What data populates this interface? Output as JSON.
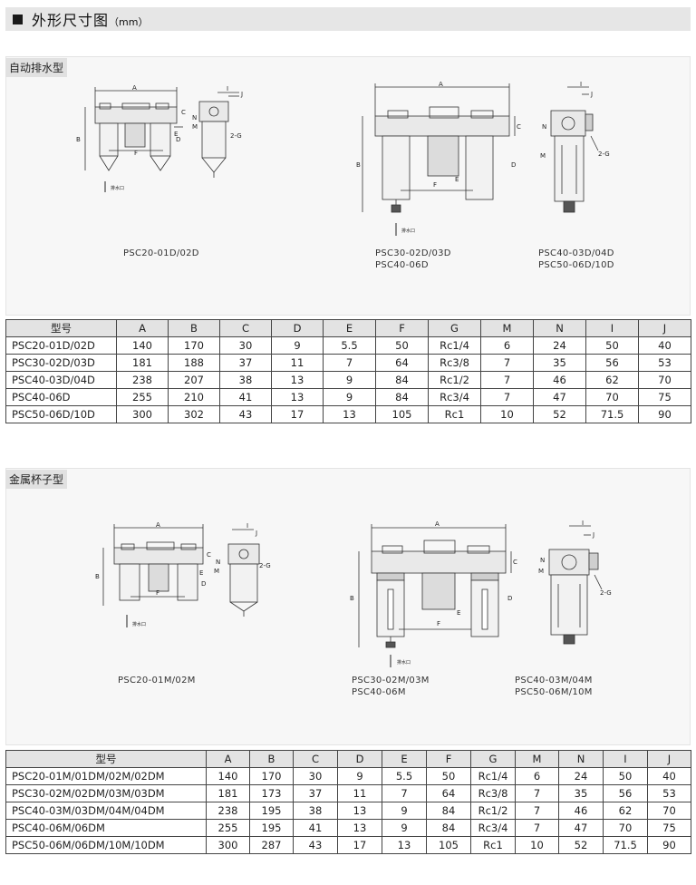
{
  "header": {
    "title": "外形尺寸图",
    "unit": "（mm）"
  },
  "sections": [
    {
      "label": "自动排水型",
      "drain_label": "排水口",
      "captions": [
        {
          "lines": [
            "PSC20-01D/02D"
          ]
        },
        {
          "lines": [
            "PSC30-02D/03D",
            "PSC40-06D"
          ]
        },
        {
          "lines": [
            "PSC40-03D/04D",
            "PSC50-06D/10D"
          ]
        }
      ],
      "table": {
        "columns": [
          "型号",
          "A",
          "B",
          "C",
          "D",
          "E",
          "F",
          "G",
          "M",
          "N",
          "I",
          "J"
        ],
        "rows": [
          [
            "PSC20-01D/02D",
            "140",
            "170",
            "30",
            "9",
            "5.5",
            "50",
            "Rc1/4",
            "6",
            "24",
            "50",
            "40"
          ],
          [
            "PSC30-02D/03D",
            "181",
            "188",
            "37",
            "11",
            "7",
            "64",
            "Rc3/8",
            "7",
            "35",
            "56",
            "53"
          ],
          [
            "PSC40-03D/04D",
            "238",
            "207",
            "38",
            "13",
            "9",
            "84",
            "Rc1/2",
            "7",
            "46",
            "62",
            "70"
          ],
          [
            "PSC40-06D",
            "255",
            "210",
            "41",
            "13",
            "9",
            "84",
            "Rc3/4",
            "7",
            "47",
            "70",
            "75"
          ],
          [
            "PSC50-06D/10D",
            "300",
            "302",
            "43",
            "17",
            "13",
            "105",
            "Rc1",
            "10",
            "52",
            "71.5",
            "90"
          ]
        ]
      }
    },
    {
      "label": "金属杯子型",
      "drain_label": "排水口",
      "captions": [
        {
          "lines": [
            "PSC20-01M/02M"
          ]
        },
        {
          "lines": [
            "PSC30-02M/03M",
            "PSC40-06M"
          ]
        },
        {
          "lines": [
            "PSC40-03M/04M",
            "PSC50-06M/10M"
          ]
        }
      ],
      "table": {
        "columns": [
          "型号",
          "A",
          "B",
          "C",
          "D",
          "E",
          "F",
          "G",
          "M",
          "N",
          "I",
          "J"
        ],
        "rows": [
          [
            "PSC20-01M/01DM/02M/02DM",
            "140",
            "170",
            "30",
            "9",
            "5.5",
            "50",
            "Rc1/4",
            "6",
            "24",
            "50",
            "40"
          ],
          [
            "PSC30-02M/02DM/03M/03DM",
            "181",
            "173",
            "37",
            "11",
            "7",
            "64",
            "Rc3/8",
            "7",
            "35",
            "56",
            "53"
          ],
          [
            "PSC40-03M/03DM/04M/04DM",
            "238",
            "195",
            "38",
            "13",
            "9",
            "84",
            "Rc1/2",
            "7",
            "46",
            "62",
            "70"
          ],
          [
            "PSC40-06M/06DM",
            "255",
            "195",
            "41",
            "13",
            "9",
            "84",
            "Rc3/4",
            "7",
            "47",
            "70",
            "75"
          ],
          [
            "PSC50-06M/06DM/10M/10DM",
            "300",
            "287",
            "43",
            "17",
            "13",
            "105",
            "Rc1",
            "10",
            "52",
            "71.5",
            "90"
          ]
        ]
      }
    }
  ],
  "dims": {
    "A": "A",
    "B": "B",
    "C": "C",
    "D": "D",
    "E": "E",
    "F": "F",
    "G": "2-G",
    "M": "M",
    "N": "N",
    "I": "I",
    "J": "J"
  }
}
